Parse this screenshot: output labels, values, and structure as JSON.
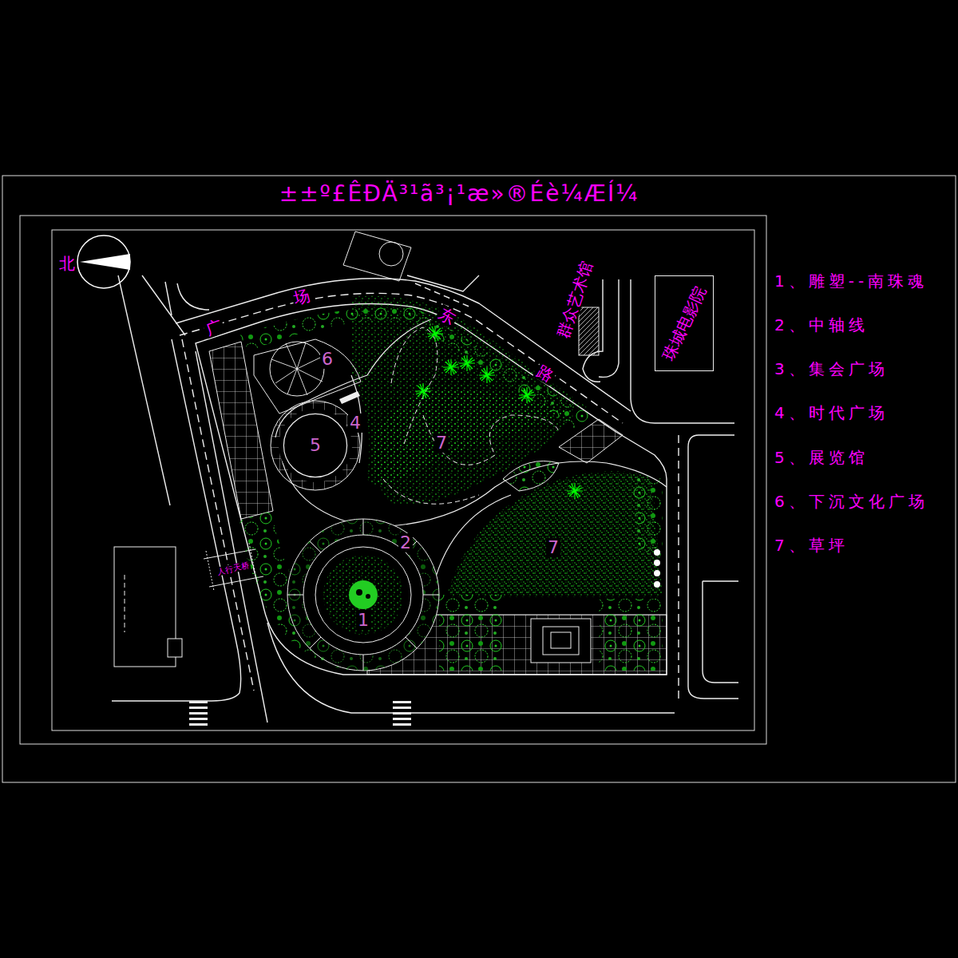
{
  "diagram": {
    "title": "±±º£ÊÐÄ³¹ã³¡¹æ»®Éè¼ÆÍ¼",
    "nodes": [
      {
        "text": [
          "5"
        ]
      },
      {
        "text": [
          "珠城电影院"
        ]
      }
    ],
    "labels": [
      "北",
      "广",
      "场",
      "东",
      "路",
      "群众艺术馆",
      "人行天桥",
      "6",
      "4",
      "7",
      "2",
      "7",
      "1",
      "1、雕塑--南珠魂",
      "2、中轴线",
      "3、集会广场",
      "4、时代广场",
      "5、展览馆",
      "6、下沉文化广场",
      "7、草坪"
    ]
  }
}
